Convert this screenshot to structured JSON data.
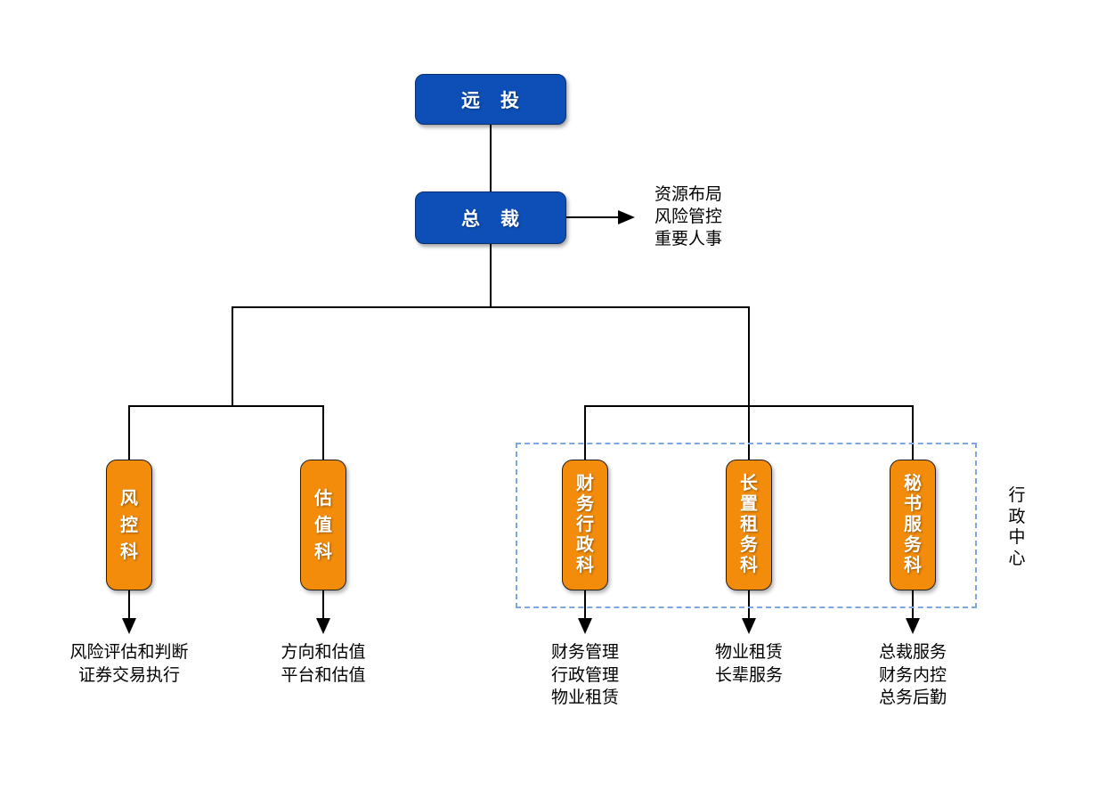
{
  "org": {
    "root_label": "远　投",
    "president_label": "总　裁",
    "president_note_lines": [
      "资源布局",
      "风险管控",
      "重要人事"
    ],
    "admin_center_label": "行政中心",
    "departments": [
      {
        "label": "风控科",
        "duties": [
          "风险评估和判断",
          "证券交易执行"
        ]
      },
      {
        "label": "估值科",
        "duties": [
          "方向和估值",
          "平台和估值"
        ]
      },
      {
        "label": "财务行政科",
        "duties": [
          "财务管理",
          "行政管理",
          "物业租赁"
        ]
      },
      {
        "label": "长置租务科",
        "duties": [
          "物业租赁",
          "长辈服务"
        ]
      },
      {
        "label": "秘书服务科",
        "duties": [
          "总裁服务",
          "财务内控",
          "总务后勤"
        ]
      }
    ],
    "colors": {
      "blue_box": "#0d4fb6",
      "orange_box": "#f28c0a",
      "dashed_outline": "#7ea6e0",
      "connector": "#000000"
    }
  }
}
